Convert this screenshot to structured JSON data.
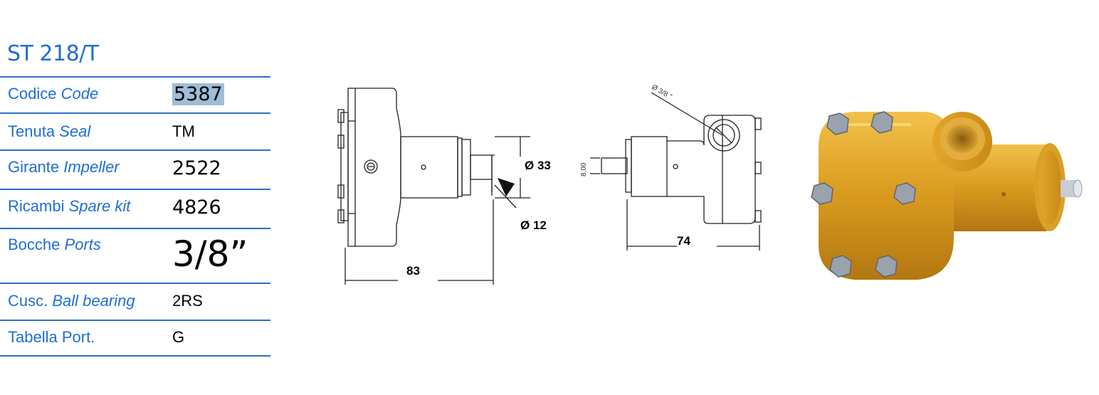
{
  "product": {
    "title": "ST 218/T"
  },
  "specs": [
    {
      "label": "Codice",
      "label_en": "Code",
      "value": "5387"
    },
    {
      "label": "Tenuta",
      "label_en": "Seal",
      "value": "TM"
    },
    {
      "label": "Girante",
      "label_en": "Impeller",
      "value": "2522"
    },
    {
      "label": "Ricambi",
      "label_en": "Spare kit",
      "value": "4826"
    },
    {
      "label": "Bocche",
      "label_en": "Ports",
      "value": "3/8”"
    },
    {
      "label": "Cusc.",
      "label_en": "Ball bearing",
      "value": "2RS"
    },
    {
      "label": "Tabella Port.",
      "label_en": "",
      "value": "G"
    }
  ],
  "drawing": {
    "dim_length_front": "83",
    "dim_diameter_body": "Ø 33",
    "dim_diameter_shaft": "Ø 12",
    "dim_length_side": "74",
    "dim_shaft_small": "8,00",
    "dim_port": "Ø 3/8 \""
  },
  "colors": {
    "accent": "#1f6ed4",
    "rule": "#2f6fc4",
    "highlight": "#9fbdd6",
    "brass": "#d99a1e"
  }
}
